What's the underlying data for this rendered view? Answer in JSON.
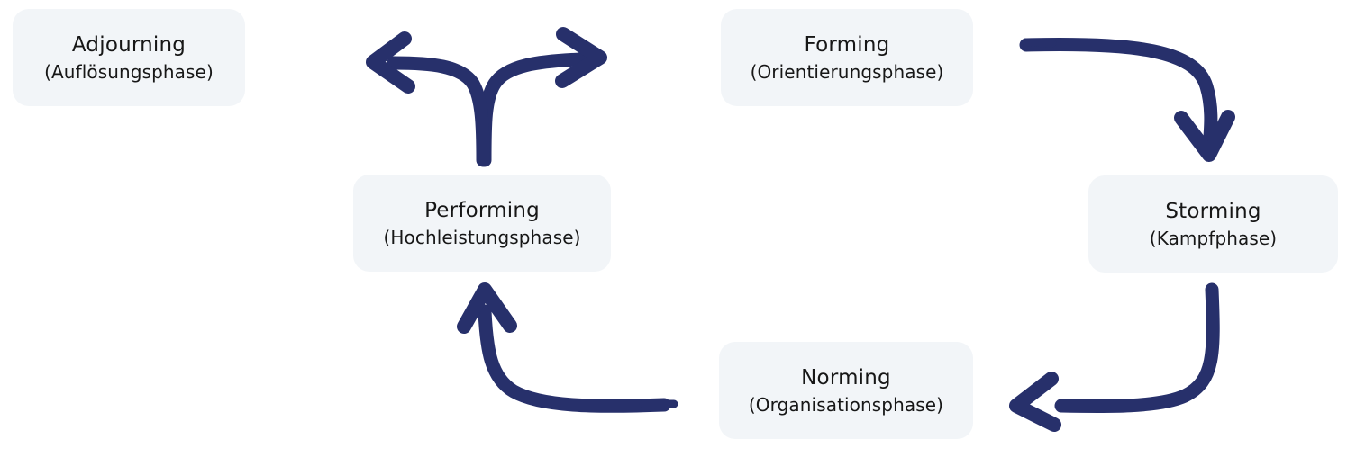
{
  "diagram": {
    "title": "Tuckman team development phases cycle",
    "colors": {
      "box_background": "#f2f5f8",
      "arrow": "#27306b",
      "text": "#171717",
      "page_background": "#ffffff"
    },
    "phases": [
      {
        "key": "adjourning",
        "title": "Adjourning",
        "subtitle": "(Auflösungsphase)"
      },
      {
        "key": "forming",
        "title": "Forming",
        "subtitle": "(Orientierungsphase)"
      },
      {
        "key": "storming",
        "title": "Storming",
        "subtitle": "(Kampfphase)"
      },
      {
        "key": "norming",
        "title": "Norming",
        "subtitle": "(Organisationsphase)"
      },
      {
        "key": "performing",
        "title": "Performing",
        "subtitle": "(Hochleistungsphase)"
      }
    ],
    "arrows": [
      {
        "key": "forming-to-storming",
        "shape": "elbow-right-down",
        "from": "forming",
        "to": "storming"
      },
      {
        "key": "storming-to-norming",
        "shape": "elbow-down-left",
        "from": "storming",
        "to": "norming"
      },
      {
        "key": "norming-to-performing",
        "shape": "elbow-left-up",
        "from": "norming",
        "to": "performing"
      },
      {
        "key": "performing-fork",
        "shape": "fork-up-left-right",
        "from": "performing",
        "to": "adjourning"
      }
    ]
  }
}
